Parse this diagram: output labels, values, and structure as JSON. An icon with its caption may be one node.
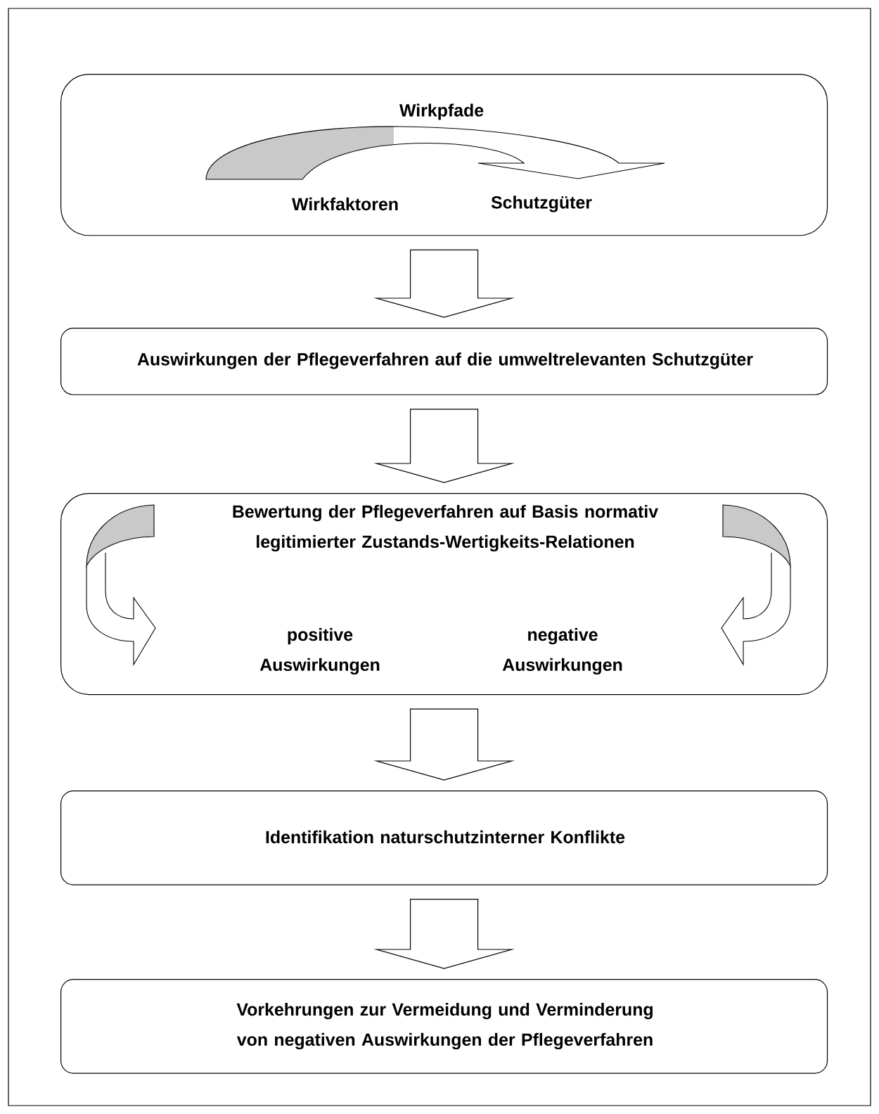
{
  "diagram": {
    "nodes": [
      {
        "text": [
          "Wirkpfade",
          "Wirkfaktoren",
          "Schutzgüter"
        ]
      },
      {
        "text": [
          "Auswirkungen der Pflegeverfahren auf die umweltrelevanten Schutzgüter"
        ]
      },
      {
        "text": [
          "Bewertung der Pflegeverfahren auf Basis normativ legitimierter Zustands-Wertigkeits-Relationen",
          "positive Auswirkungen",
          "negative Auswirkungen"
        ]
      },
      {
        "text": [
          "Identifikation naturschutzinterner Konflikte"
        ]
      },
      {
        "text": [
          "Vorkehrungen zur Vermeidung und Verminderung von negativen Auswirkungen der Pflegeverfahren"
        ]
      }
    ],
    "edges": [
      {
        "from": 0,
        "to": 1,
        "arrow": "to"
      },
      {
        "from": 1,
        "to": 2,
        "arrow": "to"
      },
      {
        "from": 2,
        "to": 3,
        "arrow": "to"
      },
      {
        "from": 3,
        "to": 4,
        "arrow": "to"
      }
    ]
  }
}
